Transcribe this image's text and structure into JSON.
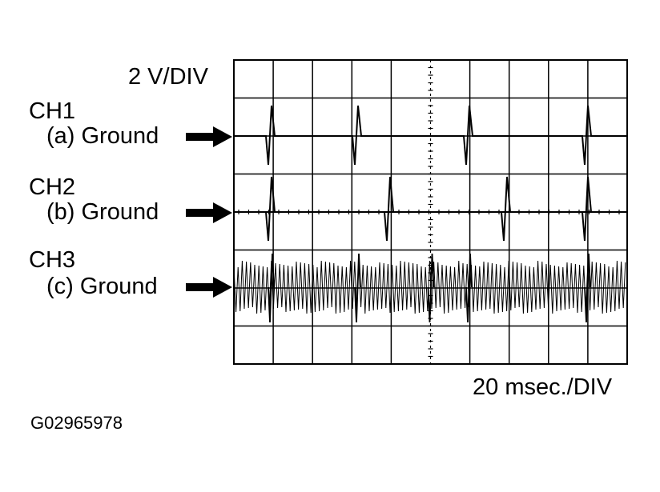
{
  "scale": {
    "volts_per_div": "2 V/DIV",
    "time_per_div": "20 msec./DIV"
  },
  "channels": [
    {
      "name": "CH1",
      "ground_label": "(a) Ground"
    },
    {
      "name": "CH2",
      "ground_label": "(b) Ground"
    },
    {
      "name": "CH3",
      "ground_label": "(c) Ground"
    }
  ],
  "figure_id": "G02965978",
  "colors": {
    "trace": "#000000",
    "grid": "#000000",
    "background": "#ffffff"
  }
}
